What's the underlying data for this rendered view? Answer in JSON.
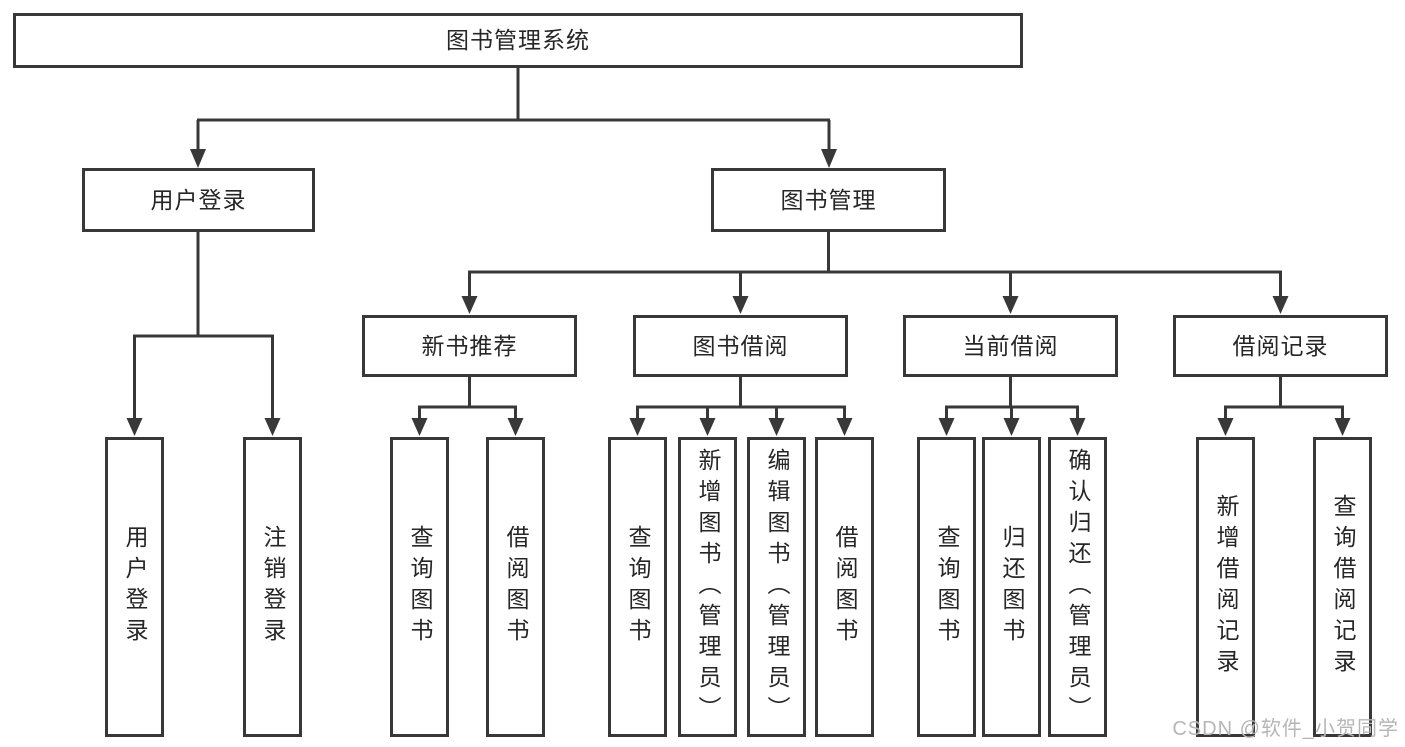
{
  "diagram": {
    "title": "图书管理系统",
    "root": {
      "label": "图书管理系统"
    },
    "level1": [
      {
        "label": "用户登录"
      },
      {
        "label": "图书管理"
      }
    ],
    "level2": [
      {
        "label": "新书推荐"
      },
      {
        "label": "图书借阅"
      },
      {
        "label": "当前借阅"
      },
      {
        "label": "借阅记录"
      }
    ],
    "leaves_login": [
      "用户登录",
      "注销登录"
    ],
    "leaves_newbook": [
      "查询图书",
      "借阅图书"
    ],
    "leaves_borrow": [
      "查询图书",
      "新增图书（管理员）",
      "编辑图书（管理员）",
      "借阅图书"
    ],
    "leaves_current": [
      "查询图书",
      "归还图书",
      "确认归还（管理员）"
    ],
    "leaves_records": [
      "新增借阅记录",
      "查询借阅记录"
    ]
  },
  "watermark": "CSDN @软件_小贺同学",
  "colors": {
    "line": "#383838",
    "box_border": "#383838",
    "text": "#262626",
    "watermark": "#b6b6b6",
    "background": "#ffffff"
  }
}
